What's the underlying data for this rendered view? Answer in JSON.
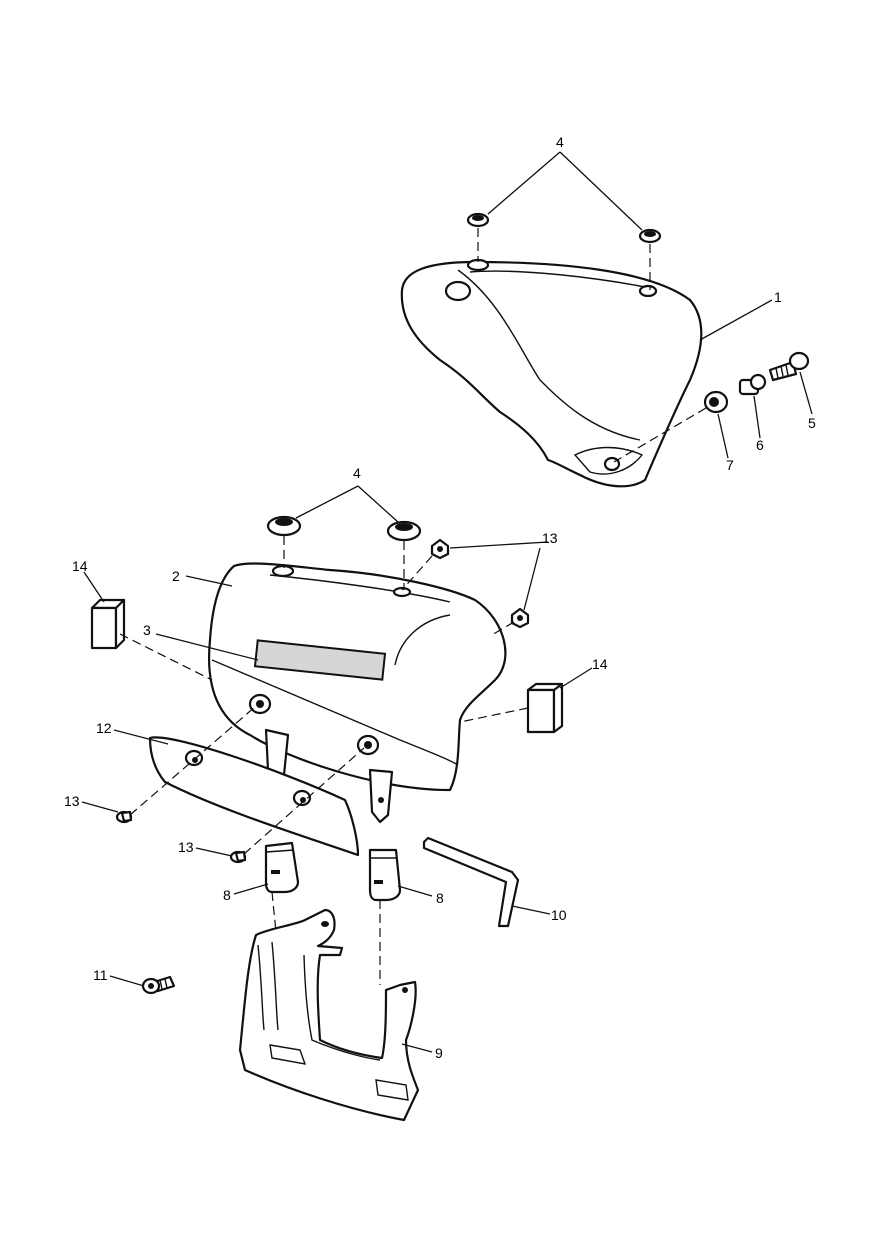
{
  "callouts": {
    "c1": "1",
    "c2": "2",
    "c3": "3",
    "c4a": "4",
    "c4b": "4",
    "c5": "5",
    "c6": "6",
    "c7": "7",
    "c8a": "8",
    "c8b": "8",
    "c9": "9",
    "c10": "10",
    "c11": "11",
    "c12": "12",
    "c13a": "13",
    "c13b": "13",
    "c13c": "13",
    "c14a": "14",
    "c14b": "14"
  }
}
